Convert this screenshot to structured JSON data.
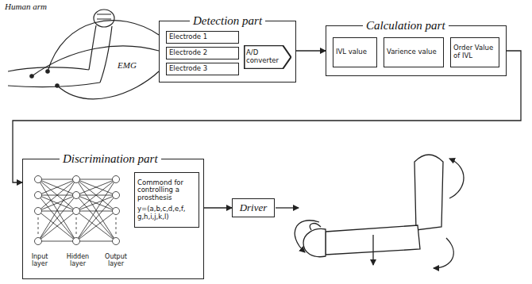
{
  "diagram": {
    "nodes": [
      {
        "text": [
          "Detection part"
        ]
      },
      {
        "text": [
          "Electrode 1"
        ],
        "in": 0
      },
      {
        "text": [
          "Electrode 2"
        ],
        "in": 0
      },
      {
        "text": [
          "Electrode 3"
        ],
        "in": 0
      },
      {
        "text": [
          "A/D converter"
        ],
        "in": 0
      },
      {
        "text": [
          "Calculation part"
        ]
      },
      {
        "text": [
          "IVL value"
        ],
        "in": 5
      },
      {
        "text": [
          "Varience value"
        ],
        "in": 5
      },
      {
        "text": [
          "Order Value of IVL"
        ],
        "in": 5
      },
      {
        "text": [
          "Discrimination part"
        ]
      },
      {
        "text": [
          "Commond for controlling a prosthesis",
          "y=(a,b,c,d,e,f, g,h,i,j,k,l)"
        ],
        "in": 9
      },
      {
        "text": [
          "Driver"
        ]
      }
    ],
    "edges": [
      {
        "from": 0,
        "to": 5,
        "arrow": "to"
      },
      {
        "from": 5,
        "to": 9,
        "arrow": "to"
      },
      {
        "from": 9,
        "to": 11,
        "arrow": "to"
      }
    ],
    "labels": [
      "Human arm",
      "EMG",
      "Input layer",
      "Hidden layer",
      "Output layer"
    ]
  }
}
